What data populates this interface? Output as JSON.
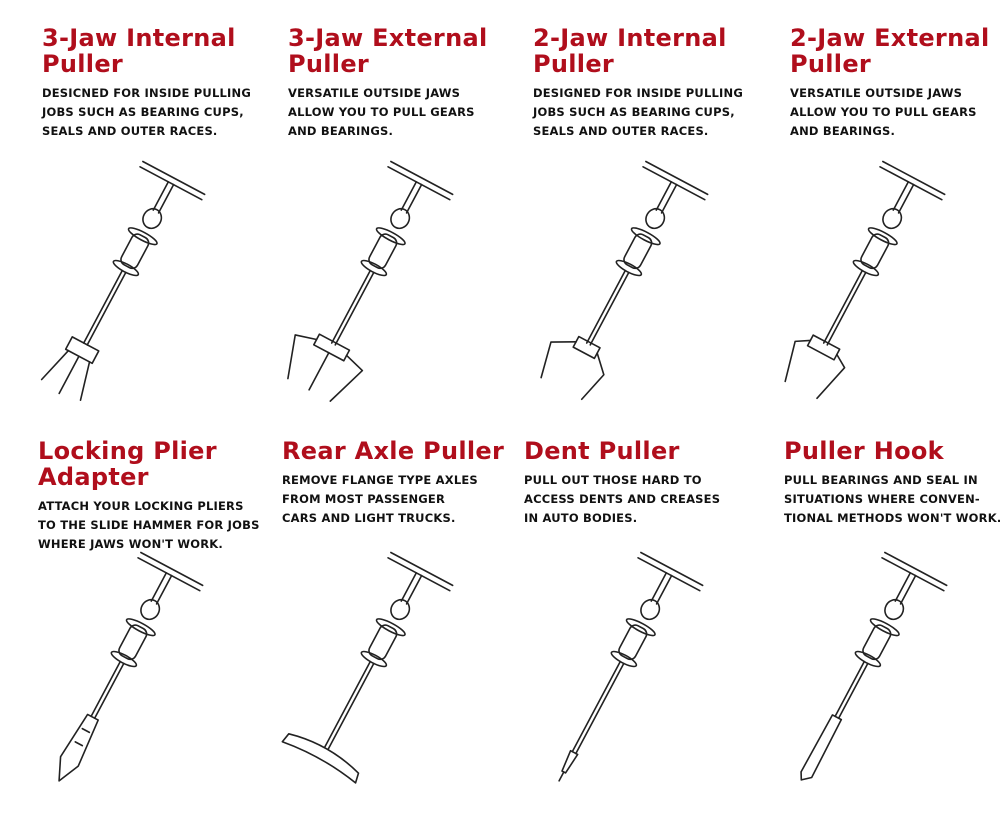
{
  "tools": [
    {
      "title": "3-Jaw Internal\nPuller",
      "description": "Desicned for inside pulling\njobs such as bearing cups,\nseals and outer races.",
      "icon": "three-jaw-internal-puller-icon"
    },
    {
      "title": "3-Jaw External\nPuller",
      "description": "Versatile outside jaws\nallow you to pull gears\nand bearings.",
      "icon": "three-jaw-external-puller-icon"
    },
    {
      "title": "2-Jaw Internal\nPuller",
      "description": "Designed for inside pulling\njobs such as bearing cups,\nseals and outer races.",
      "icon": "two-jaw-internal-puller-icon"
    },
    {
      "title": "2-Jaw External\nPuller",
      "description": "Versatile outside jaws\nallow you to pull gears\nand bearings.",
      "icon": "two-jaw-external-puller-icon"
    },
    {
      "title": "Locking Plier\nAdapter",
      "description": "Attach your locking pliers\nto the slide hammer for jobs\nwhere jaws won't work.",
      "icon": "locking-plier-adapter-icon"
    },
    {
      "title": "Rear Axle Puller",
      "description": "Remove flange type axles\nfrom most passenger\ncars and light trucks.",
      "icon": "rear-axle-puller-icon"
    },
    {
      "title": "Dent Puller",
      "description": "Pull out those hard to\naccess dents and creases\nin auto bodies.",
      "icon": "dent-puller-icon"
    },
    {
      "title": "Puller Hook",
      "description": "Pull bearings and seal in\nsituations where conven-\ntional methods won't work.",
      "icon": "puller-hook-icon"
    }
  ],
  "colors": {
    "title": "#b00e1c",
    "text": "#111111",
    "line": "#222222"
  }
}
